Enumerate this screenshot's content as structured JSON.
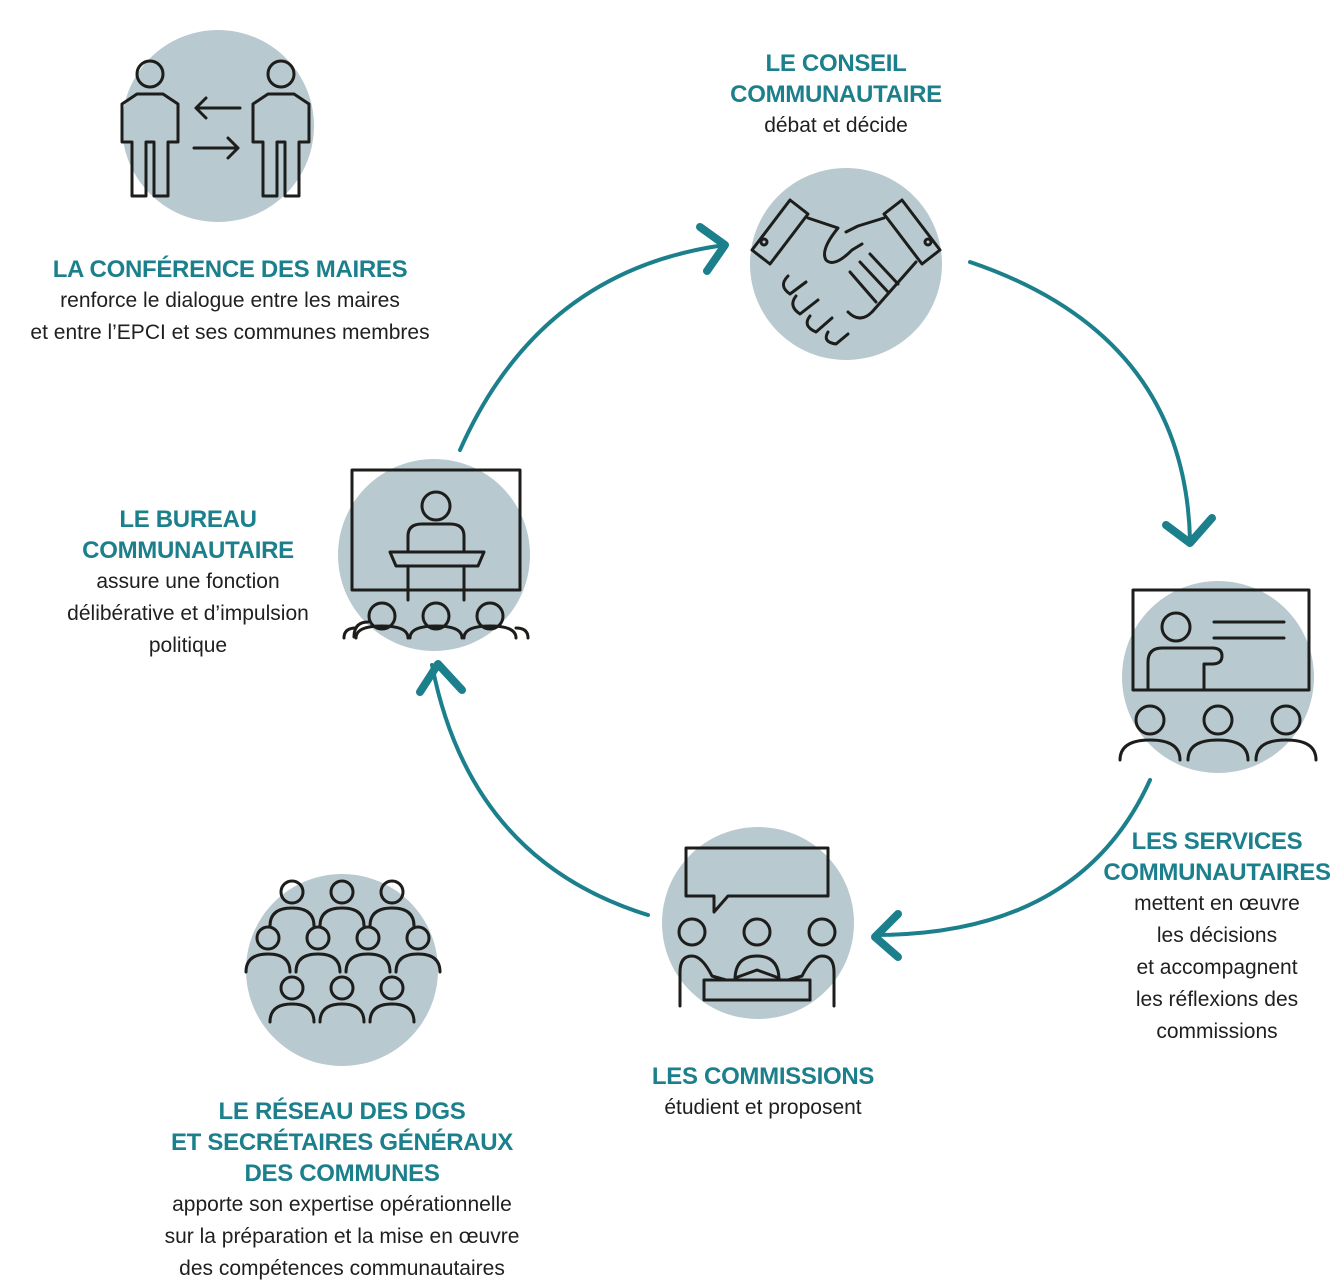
{
  "colors": {
    "accent": "#1b7f8c",
    "icon_circle": "#b8c9cf",
    "icon_stroke": "#1d1d1b",
    "text": "#1f1f1f"
  },
  "nodes": {
    "conference": {
      "icon": "two-persons-exchange-icon",
      "title": "LA CONFÉRENCE DES MAIRES",
      "desc": "renforce le dialogue entre les maires\net entre l’EPCI et ses communes membres"
    },
    "conseil": {
      "icon": "handshake-icon",
      "title": "LE CONSEIL\nCOMMUNAUTAIRE",
      "desc": "débat et décide"
    },
    "services": {
      "icon": "presentation-audience-icon",
      "title": "LES SERVICES\nCOMMUNAUTAIRES",
      "desc": "mettent en œuvre\nles décisions\net accompagnent\nles réflexions des\ncommissions"
    },
    "commissions": {
      "icon": "meeting-table-speech-icon",
      "title": "LES COMMISSIONS",
      "desc": "étudient et proposent"
    },
    "bureau": {
      "icon": "podium-speaker-audience-icon",
      "title": "LE BUREAU\nCOMMUNAUTAIRE",
      "desc": "assure une fonction\ndélibérative et d’impulsion\npolitique"
    },
    "reseau": {
      "icon": "crowd-group-icon",
      "title": "LE RÉSEAU DES DGS\nET SECRÉTAIRES GÉNÉRAUX\nDES COMMUNES",
      "desc": "apporte son expertise opérationnelle\nsur la préparation et la mise en œuvre\ndes compétences communautaires"
    }
  }
}
